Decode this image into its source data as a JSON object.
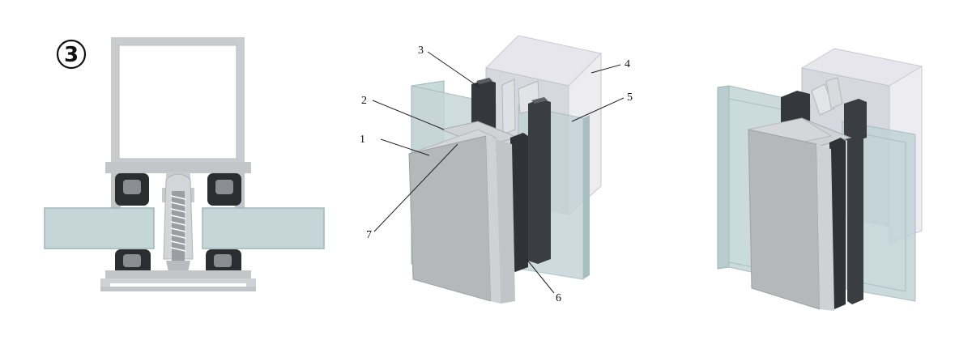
{
  "figure": {
    "section_number": "3",
    "callouts": [
      "1",
      "2",
      "3",
      "4",
      "5",
      "6",
      "7"
    ]
  },
  "colors": {
    "aluminum": "#c9cbce",
    "aluminum_dark": "#a9acb0",
    "glass": "#c6d6d8",
    "glass_edge": "#9fb5b8",
    "gasket": "#2b2d30",
    "panel": "#b5b8bb"
  }
}
